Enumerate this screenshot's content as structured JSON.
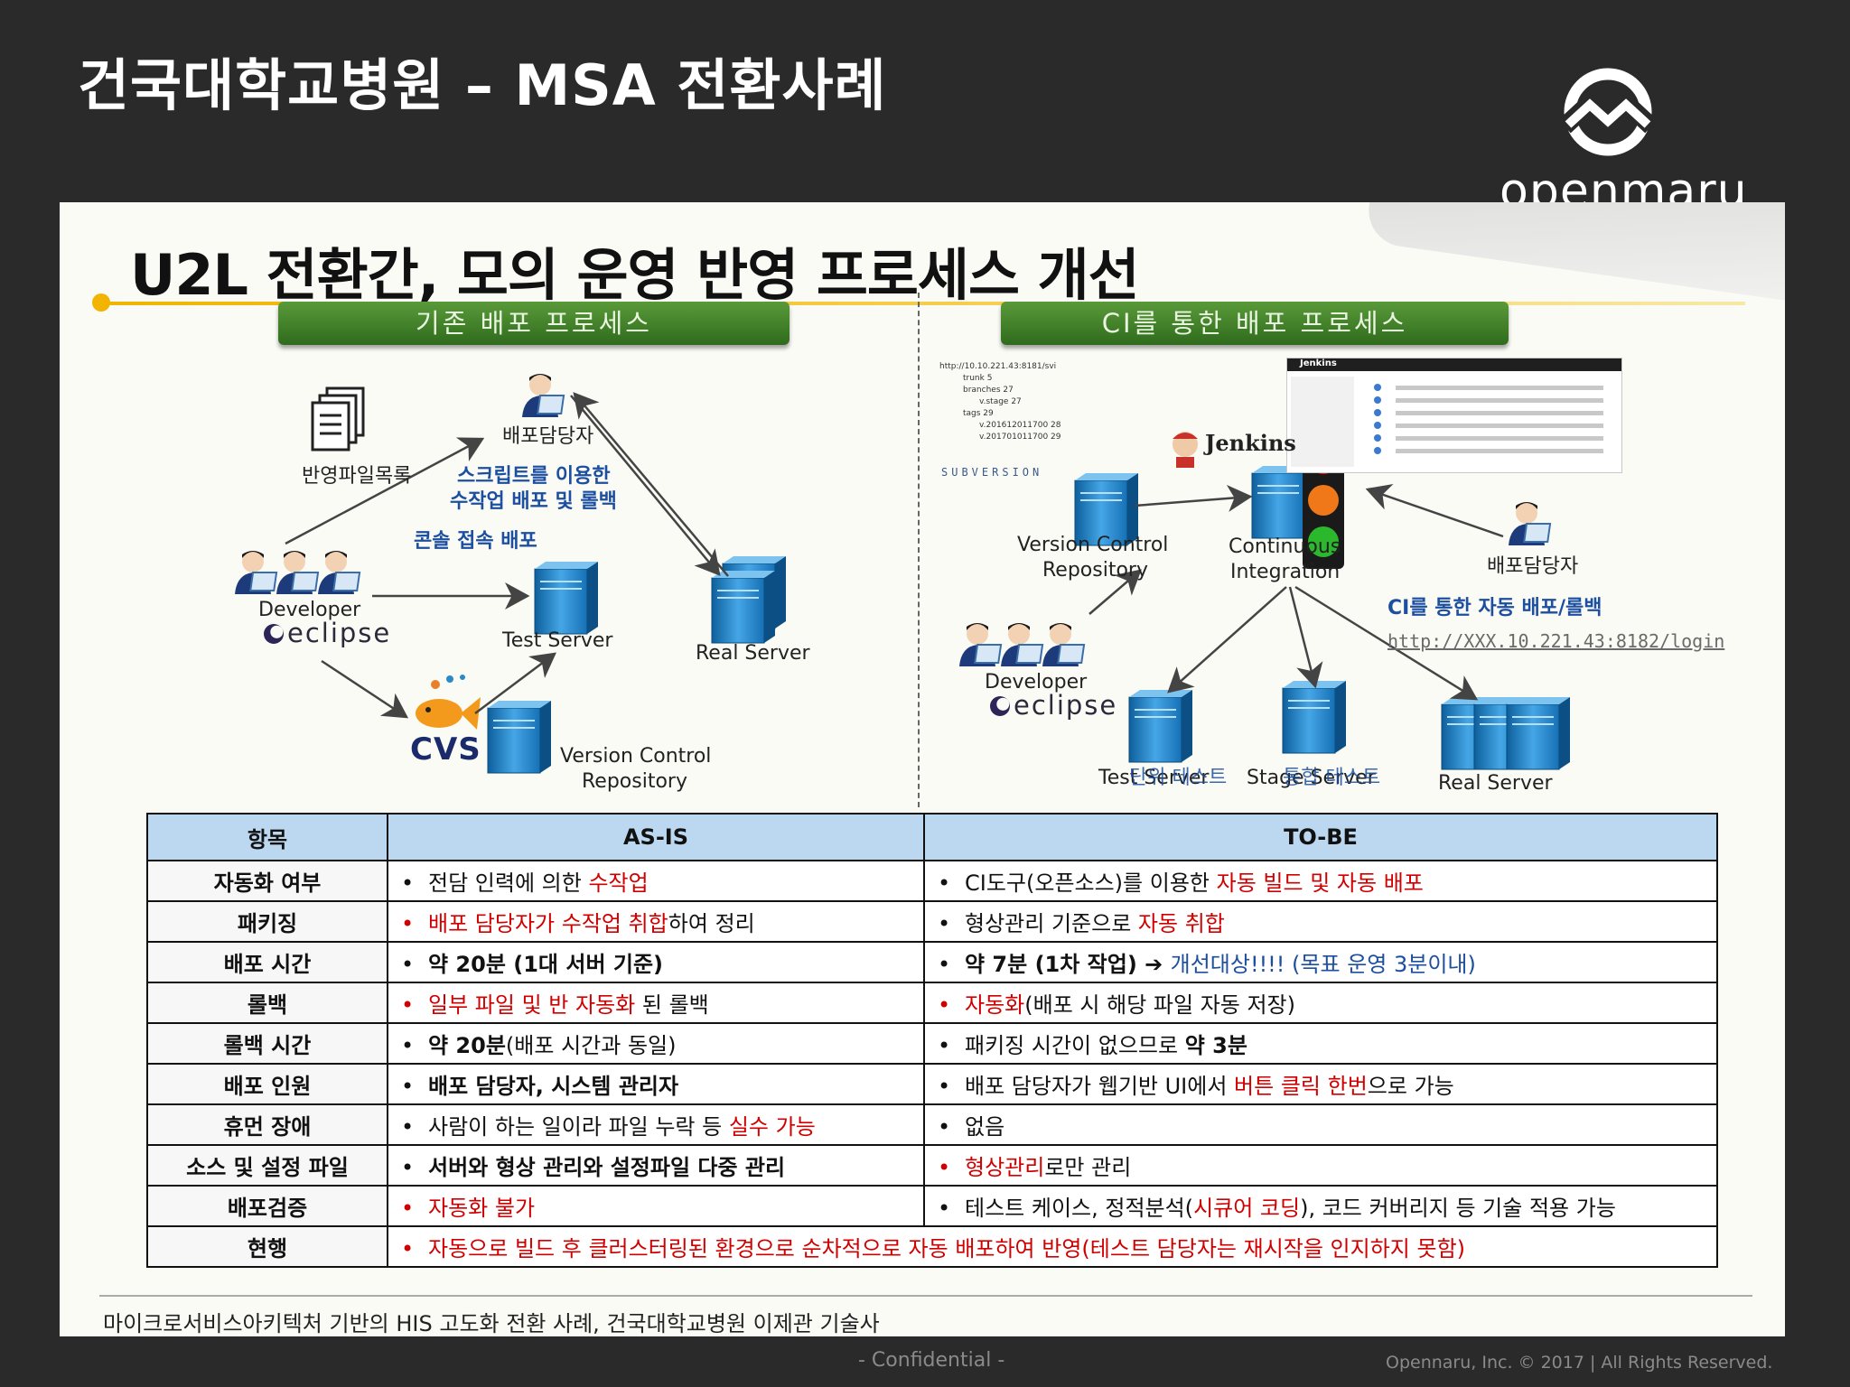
{
  "slide": {
    "title": "건국대학교병원 – MSA 전환사례",
    "logo_text": "openmaru",
    "confidential": "- Confidential -",
    "copyright": "Opennaru, Inc. ©  2017 | All Rights Reserved."
  },
  "panel": {
    "heading": "U2L 전환간, 모의 운영 반영 프로세스 개선",
    "left_banner": "기존 배포 프로세스",
    "right_banner": "CI를 통한 배포 프로세스",
    "left_diagram": {
      "file_list": "반영파일목록",
      "deploy_manager": "배포담당자",
      "script_note_1": "스크립트를 이용한",
      "script_note_2": "수작업 배포 및 롤백",
      "console_note": "콘솔 접속 배포",
      "developer": "Developer",
      "eclipse": "eclipse",
      "test_server": "Test Server",
      "real_server": "Real Server",
      "cvs": "CVS",
      "vcr_1": "Version Control",
      "vcr_2": "Repository"
    },
    "right_diagram": {
      "svn_tree": [
        "http://10.10.221.43:8181/svi",
        "trunk 5",
        "branches 27",
        "v.stage 27",
        "tags 29",
        "v.201612011700 28",
        "v.201701011700 29"
      ],
      "subversion": "SUBVERSION",
      "jenkins": "Jenkins",
      "vcr_1": "Version Control",
      "vcr_2": "Repository",
      "ci_1": "Continuous",
      "ci_2": "Integration",
      "deploy_manager": "배포담당자",
      "ci_note": "CI를 통한 자동 배포/롤백",
      "url": "http://XXX.10.221.43:8182/login",
      "developer": "Developer",
      "eclipse": "eclipse",
      "test_server": "Test Server",
      "test_server_ko": "단위 테스트",
      "stage_server": "Stage Server",
      "stage_server_ko": "통합 테스트",
      "real_server": "Real Server"
    },
    "footnote": "마이크로서비스아키텍처 기반의 HIS 고도화 전환 사례, 건국대학교병원 이제관 기술사"
  },
  "table": {
    "headers": [
      "항목",
      "AS-IS",
      "TO-BE"
    ],
    "rows": [
      {
        "item": "자동화 여부",
        "asis_bullet_red": false,
        "asis": [
          {
            "t": "전담 인력에 의한 ",
            "s": ""
          },
          {
            "t": "수작업",
            "s": "red"
          }
        ],
        "tobe_bullet_red": false,
        "tobe": [
          {
            "t": "CI도구(오픈소스)를 이용한 ",
            "s": ""
          },
          {
            "t": "자동 빌드 및 자동 배포",
            "s": "red"
          }
        ]
      },
      {
        "item": "패키징",
        "asis_bullet_red": true,
        "asis": [
          {
            "t": "배포 담당자가 수작업 취합",
            "s": "red"
          },
          {
            "t": "하여 정리",
            "s": ""
          }
        ],
        "tobe_bullet_red": false,
        "tobe": [
          {
            "t": "형상관리 기준으로 ",
            "s": ""
          },
          {
            "t": "자동 취합",
            "s": "red"
          }
        ]
      },
      {
        "item": "배포 시간",
        "asis_bullet_red": false,
        "asis": [
          {
            "t": "약 20분 (1대 서버 기준)",
            "s": "b"
          }
        ],
        "tobe_bullet_red": false,
        "tobe": [
          {
            "t": "약 7분 (1차 작업) ➔ ",
            "s": "b"
          },
          {
            "t": "개선대상!!!! (목표 운영 3분이내)",
            "s": "blue"
          }
        ]
      },
      {
        "item": "롤백",
        "asis_bullet_red": true,
        "asis": [
          {
            "t": "일부 파일 및 반 자동화",
            "s": "red"
          },
          {
            "t": " 된 롤백",
            "s": ""
          }
        ],
        "tobe_bullet_red": true,
        "tobe": [
          {
            "t": "자동화",
            "s": "red"
          },
          {
            "t": "(배포 시 해당 파일 자동 저장)",
            "s": ""
          }
        ]
      },
      {
        "item": "롤백 시간",
        "asis_bullet_red": false,
        "asis": [
          {
            "t": "약 20분",
            "s": "b"
          },
          {
            "t": "(배포 시간과 동일)",
            "s": ""
          }
        ],
        "tobe_bullet_red": false,
        "tobe": [
          {
            "t": "패키징 시간이 없으므로 ",
            "s": ""
          },
          {
            "t": "약 3분",
            "s": "b"
          }
        ]
      },
      {
        "item": "배포 인원",
        "asis_bullet_red": false,
        "asis": [
          {
            "t": "배포 담당자, 시스템 관리자",
            "s": "b"
          }
        ],
        "tobe_bullet_red": false,
        "tobe": [
          {
            "t": "배포 담당자가 웹기반 UI에서 ",
            "s": ""
          },
          {
            "t": "버튼 클릭 한번",
            "s": "red"
          },
          {
            "t": "으로 가능",
            "s": ""
          }
        ]
      },
      {
        "item": "휴먼 장애",
        "asis_bullet_red": false,
        "asis": [
          {
            "t": "사람이 하는 일이라 파일 누락 등 ",
            "s": ""
          },
          {
            "t": "실수 가능",
            "s": "red"
          }
        ],
        "tobe_bullet_red": false,
        "tobe": [
          {
            "t": "없음",
            "s": ""
          }
        ]
      },
      {
        "item": "소스 및 설정 파일",
        "asis_bullet_red": false,
        "asis": [
          {
            "t": "서버와 형상 관리와 설정파일 다중 관리",
            "s": "b"
          }
        ],
        "tobe_bullet_red": true,
        "tobe": [
          {
            "t": "형상관리",
            "s": "red"
          },
          {
            "t": "로만 관리",
            "s": ""
          }
        ]
      },
      {
        "item": "배포검증",
        "asis_bullet_red": true,
        "asis": [
          {
            "t": "자동화 불가",
            "s": "red"
          }
        ],
        "tobe_bullet_red": false,
        "tobe": [
          {
            "t": "테스트 케이스, 정적분석(",
            "s": ""
          },
          {
            "t": "시큐어 코딩",
            "s": "red"
          },
          {
            "t": "), 코드 커버리지 등 기술 적용 가능",
            "s": ""
          }
        ]
      }
    ],
    "current": {
      "item": "현행",
      "text": "자동으로 빌드 후 클러스터링된 환경으로 순차적으로 자동 배포하여 반영(테스트 담당자는 재시작을 인지하지 못함)"
    }
  },
  "colors": {
    "background": "#2a2a2a",
    "panel": "#fbfbf6",
    "header_blue": "#bcd8f0",
    "banner_green": "#3f7d28",
    "accent_red": "#d00000",
    "accent_blue": "#1d4fa0",
    "gold": "#f2b400"
  }
}
